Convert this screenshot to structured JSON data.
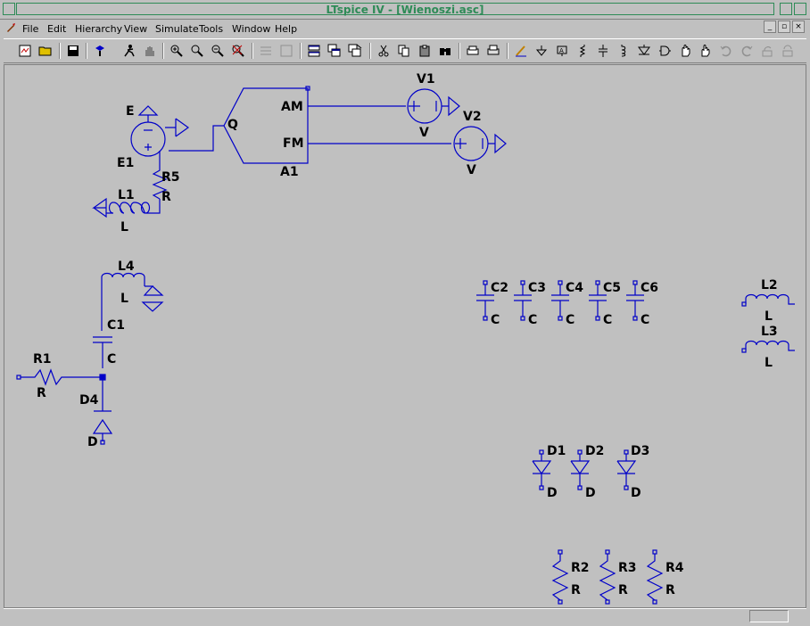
{
  "window": {
    "title": "LTspice IV - [Wienoszi.asc]"
  },
  "menu": [
    "File",
    "Edit",
    "Hierarchy",
    "View",
    "Simulate",
    "Tools",
    "Window",
    "Help"
  ],
  "toolbar_icons": [
    "new-schematic",
    "open",
    "save",
    "control-panel",
    "run",
    "halt",
    "zoom-in",
    "pan",
    "zoom-out",
    "zoom-cancel",
    "autoscale",
    "tile",
    "cascade",
    "cut",
    "copy",
    "paste",
    "find",
    "print-setup",
    "print",
    "draw-wire",
    "ground",
    "label-net",
    "resistor",
    "capacitor",
    "inductor",
    "diode",
    "component",
    "move",
    "drag",
    "undo",
    "redo",
    "rotate",
    "mirror"
  ],
  "schematic": {
    "labels": {
      "E": "E",
      "E1": "E1",
      "R5": "R5",
      "R5_val": "R",
      "L1": "L1",
      "L1_val": "L",
      "A1": "A1",
      "A1_in": "Q",
      "A1_am": "AM",
      "A1_fm": "FM",
      "V1": "V1",
      "V1_val": "V",
      "V2": "V2",
      "V2_val": "V",
      "L4": "L4",
      "L4_val": "L",
      "C1": "C1",
      "C1_val": "C",
      "R1": "R1",
      "R1_val": "R",
      "D4": "D4",
      "D4_val": "D",
      "C2": "C2",
      "C3": "C3",
      "C4": "C4",
      "C5": "C5",
      "C6": "C6",
      "C_val": "C",
      "L2": "L2",
      "L3": "L3",
      "L_val": "L",
      "D1": "D1",
      "D2": "D2",
      "D3": "D3",
      "D_val": "D",
      "R2": "R2",
      "R3": "R3",
      "R4": "R4",
      "R_val": "R"
    }
  },
  "colors": {
    "wire": "#0000c8",
    "title": "#2e8b57",
    "background": "#c0c0c0"
  }
}
